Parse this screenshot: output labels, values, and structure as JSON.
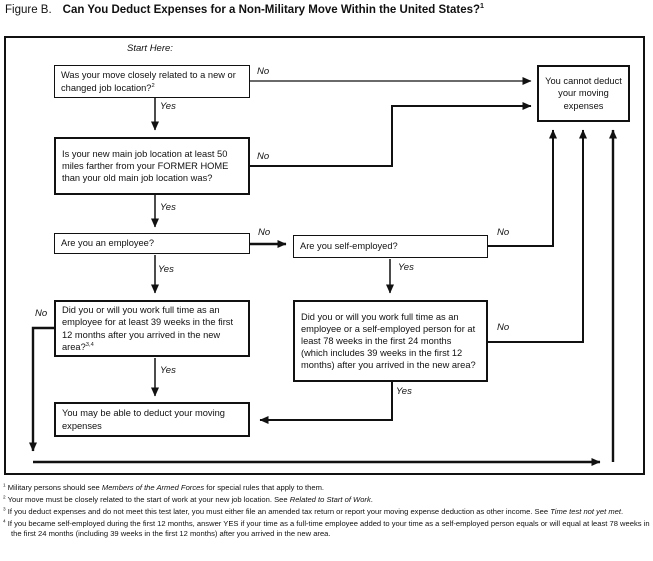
{
  "colors": {
    "ink": "#111111",
    "background": "#ffffff"
  },
  "title": {
    "prefix": "Figure B.",
    "main_segments": [
      {
        "t": "Can You Deduct Expenses for a Non-Military Move Within the United States?"
      },
      {
        "t": "1",
        "sup": true
      }
    ]
  },
  "flowchart": {
    "start_label": "Start Here:",
    "labels": {
      "yes": "Yes",
      "no": "No"
    },
    "boxes": {
      "q1_move_related": [
        {
          "t": "Was your move closely related to a new or changed job location?"
        },
        {
          "t": "2",
          "sup": true
        }
      ],
      "q2_fifty_miles": [
        {
          "t": "Is your new main job location at least 50 miles farther from your FORMER HOME than your old main job location was?"
        }
      ],
      "q3_employee": [
        {
          "t": "Are you an employee?"
        }
      ],
      "q4_self_employed": [
        {
          "t": "Are you self-employed?"
        }
      ],
      "q5_39_weeks": [
        {
          "t": "Did you or will you work full time as an employee for at least 39 weeks in the first 12 months after you arrived in the new area?"
        },
        {
          "t": "3,4",
          "sup": true
        }
      ],
      "q6_78_weeks": [
        {
          "t": "Did you or will you work full time as an employee or a self-employed person for at least 78 weeks in the first 24 months (which includes 39 weeks in the first 12 months) after you arrived in the new area?"
        }
      ],
      "result_cannot_deduct": [
        {
          "t": "You cannot deduct your moving expenses"
        }
      ],
      "result_may_deduct": [
        {
          "t": "You may be able to deduct your moving expenses"
        }
      ]
    }
  },
  "footnotes": [
    {
      "marker": "1",
      "segments": [
        {
          "t": "Military persons should see "
        },
        {
          "t": "Members of the Armed Forces",
          "italic": true
        },
        {
          "t": " for special rules that apply to them."
        }
      ]
    },
    {
      "marker": "2",
      "segments": [
        {
          "t": "Your move must be closely related to the start of work at your new job location. See "
        },
        {
          "t": "Related to Start of Work",
          "italic": true
        },
        {
          "t": "."
        }
      ]
    },
    {
      "marker": "3",
      "segments": [
        {
          "t": "If you deduct expenses and do not meet this test later, you must either file an amended tax return or report your moving expense deduction as other income. See "
        },
        {
          "t": "Time test not yet met",
          "italic": true
        },
        {
          "t": "."
        }
      ]
    },
    {
      "marker": "4",
      "segments": [
        {
          "t": "If you became self-employed during the first 12 months, answer YES if your time as a full-time employee added to your time as a self-employed person equals or will equal at least 78 weeks in the first 24 months (including 39 weeks in the first 12 months) after you arrived in the new area."
        }
      ]
    }
  ]
}
